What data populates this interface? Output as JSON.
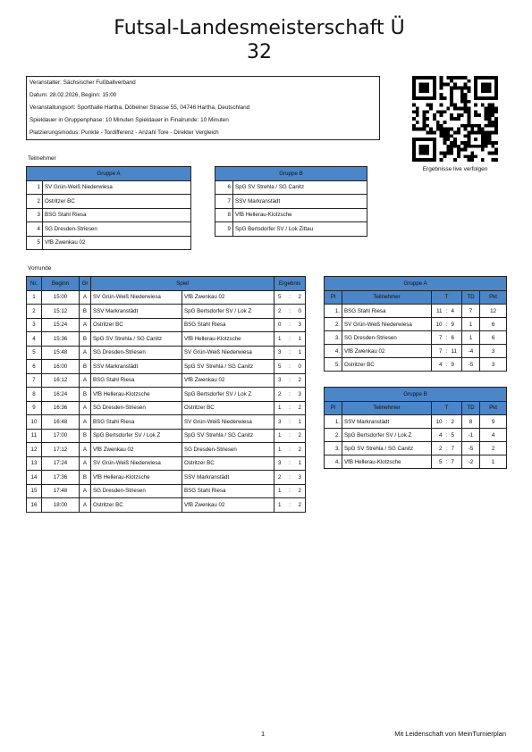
{
  "title_line1": "Futsal-Landesmeisterschaft Ü",
  "title_line2": "32",
  "info": [
    "Veranstalter: Sächsischer Fußballverband",
    "Datum: 28.02.2026, Beginn: 15:00",
    "Veranstaltungsort: Sporthalle Hartha, Döbelner Strasse 55, 04746 Hartha, Deutschland",
    "Spieldauer in Gruppenphase: 10 Minuten Spieldauer in Finalrunde: 10 Minuten",
    "Platzierungsmodus: Punkte - Tordifferenz - Anzahl Tore - Direkter Vergleich"
  ],
  "qr_caption": "Ergebnisse live verfolgen",
  "participants_label": "Teilnehmer",
  "group_a": {
    "title": "Gruppe A",
    "teams": [
      {
        "no": "1",
        "name": "SV Grün-Weiß Niederwiesa"
      },
      {
        "no": "2",
        "name": "Ostritzer BC"
      },
      {
        "no": "3",
        "name": "BSG Stahl Riesa"
      },
      {
        "no": "4",
        "name": "SG Dresden-Striesen"
      },
      {
        "no": "5",
        "name": "VfB Zwenkau 02"
      }
    ]
  },
  "group_b": {
    "title": "Gruppe B",
    "teams": [
      {
        "no": "6",
        "name": "SpG SV Strehla / SG Canitz"
      },
      {
        "no": "7",
        "name": "SSV Markranstädt"
      },
      {
        "no": "8",
        "name": "VfB Hellerau-Klotzsche"
      },
      {
        "no": "9",
        "name": "SpG Bertsdorfer SV / Lok Zittau"
      }
    ]
  },
  "prelim_label": "Vorrunde",
  "matches_head": {
    "nr": "Nr.",
    "start": "Beginn",
    "grp": "Gr",
    "game": "Spiel",
    "result": "Ergebnis"
  },
  "matches": [
    {
      "nr": "1",
      "time": "15:00",
      "grp": "A",
      "home": "SV Grün-Weiß Niederwiesa",
      "away": "VfB Zwenkau 02",
      "h": "5",
      "sep": ":",
      "a": "2"
    },
    {
      "nr": "2",
      "time": "15:12",
      "grp": "B",
      "home": "SSV Markranstädt",
      "away": "SpG Bertsdorfer SV / Lok Z",
      "h": "2",
      "sep": ":",
      "a": "0"
    },
    {
      "nr": "3",
      "time": "15:24",
      "grp": "A",
      "home": "Ostritzer BC",
      "away": "BSG Stahl Riesa",
      "h": "0",
      "sep": ":",
      "a": "3"
    },
    {
      "nr": "4",
      "time": "15:36",
      "grp": "B",
      "home": "SpG SV Strehla / SG Canitz",
      "away": "VfB Hellerau-Klotzsche",
      "h": "1",
      "sep": ":",
      "a": "1"
    },
    {
      "nr": "5",
      "time": "15:48",
      "grp": "A",
      "home": "SG Dresden-Striesen",
      "away": "SV Grün-Weiß Niederwiesa",
      "h": "3",
      "sep": ":",
      "a": "1"
    },
    {
      "nr": "6",
      "time": "16:00",
      "grp": "B",
      "home": "SSV Markranstädt",
      "away": "SpG SV Strehla / SG Canitz",
      "h": "5",
      "sep": ":",
      "a": "0"
    },
    {
      "nr": "7",
      "time": "16:12",
      "grp": "A",
      "home": "BSG Stahl Riesa",
      "away": "VfB Zwenkau 02",
      "h": "3",
      "sep": ":",
      "a": "2"
    },
    {
      "nr": "8",
      "time": "16:24",
      "grp": "B",
      "home": "VfB Hellerau-Klotzsche",
      "away": "SpG Bertsdorfer SV / Lok Z",
      "h": "2",
      "sep": ":",
      "a": "3"
    },
    {
      "nr": "9",
      "time": "16:36",
      "grp": "A",
      "home": "SG Dresden-Striesen",
      "away": "Ostritzer BC",
      "h": "1",
      "sep": ":",
      "a": "2"
    },
    {
      "nr": "10",
      "time": "16:48",
      "grp": "A",
      "home": "BSG Stahl Riesa",
      "away": "SV Grün-Weiß Niederwiesa",
      "h": "3",
      "sep": ":",
      "a": "1"
    },
    {
      "nr": "11",
      "time": "17:00",
      "grp": "B",
      "home": "SpG Bertsdorfer SV / Lok Z",
      "away": "SpG SV Strehla / SG Canitz",
      "h": "1",
      "sep": ":",
      "a": "2"
    },
    {
      "nr": "12",
      "time": "17:12",
      "grp": "A",
      "home": "VfB Zwenkau 02",
      "away": "SG Dresden-Striesen",
      "h": "1",
      "sep": ":",
      "a": "2"
    },
    {
      "nr": "13",
      "time": "17:24",
      "grp": "A",
      "home": "SV Grün-Weiß Niederwiesa",
      "away": "Ostritzer BC",
      "h": "3",
      "sep": ":",
      "a": "1"
    },
    {
      "nr": "14",
      "time": "17:36",
      "grp": "B",
      "home": "VfB Hellerau-Klotzsche",
      "away": "SSV Markranstädt",
      "h": "2",
      "sep": ":",
      "a": "3"
    },
    {
      "nr": "15",
      "time": "17:48",
      "grp": "A",
      "home": "SG Dresden-Striesen",
      "away": "BSG Stahl Riesa",
      "h": "1",
      "sep": ":",
      "a": "2"
    },
    {
      "nr": "16",
      "time": "18:00",
      "grp": "A",
      "home": "Ostritzer BC",
      "away": "VfB Zwenkau 02",
      "h": "1",
      "sep": ":",
      "a": "2"
    }
  ],
  "standings_head": {
    "pl": "Pl",
    "team": "Teilnehmer",
    "t": "T",
    "td": "TD",
    "pkt": "Pkt"
  },
  "standings_a": {
    "title": "Gruppe A",
    "rows": [
      {
        "pl": "1.",
        "team": "BSG Stahl Riesa",
        "gf": "11",
        "sep": ":",
        "ga": "4",
        "td": "7",
        "pkt": "12"
      },
      {
        "pl": "2.",
        "team": "SV Grün-Weiß Niederwiesa",
        "gf": "10",
        "sep": ":",
        "ga": "9",
        "td": "1",
        "pkt": "6"
      },
      {
        "pl": "3.",
        "team": "SG Dresden-Striesen",
        "gf": "7",
        "sep": ":",
        "ga": "6",
        "td": "1",
        "pkt": "6"
      },
      {
        "pl": "4.",
        "team": "VfB Zwenkau 02",
        "gf": "7",
        "sep": ":",
        "ga": "11",
        "td": "-4",
        "pkt": "3"
      },
      {
        "pl": "5.",
        "team": "Ostritzer BC",
        "gf": "4",
        "sep": ":",
        "ga": "9",
        "td": "-5",
        "pkt": "3"
      }
    ]
  },
  "standings_b": {
    "title": "Gruppe B",
    "rows": [
      {
        "pl": "1.",
        "team": "SSV Markranstädt",
        "gf": "10",
        "sep": ":",
        "ga": "2",
        "td": "8",
        "pkt": "9"
      },
      {
        "pl": "2.",
        "team": "SpG Bertsdorfer SV / Lok Z",
        "gf": "4",
        "sep": ":",
        "ga": "5",
        "td": "-1",
        "pkt": "4"
      },
      {
        "pl": "3.",
        "team": "SpG SV Strehla / SG Canitz",
        "gf": "2",
        "sep": ":",
        "ga": "7",
        "td": "-5",
        "pkt": "2"
      },
      {
        "pl": "4.",
        "team": "VfB Hellerau-Klotzsche",
        "gf": "5",
        "sep": ":",
        "ga": "7",
        "td": "-2",
        "pkt": "1"
      }
    ]
  },
  "footer": {
    "page": "1",
    "brand": "Mit Leidenschaft von MeinTurnierplan"
  }
}
